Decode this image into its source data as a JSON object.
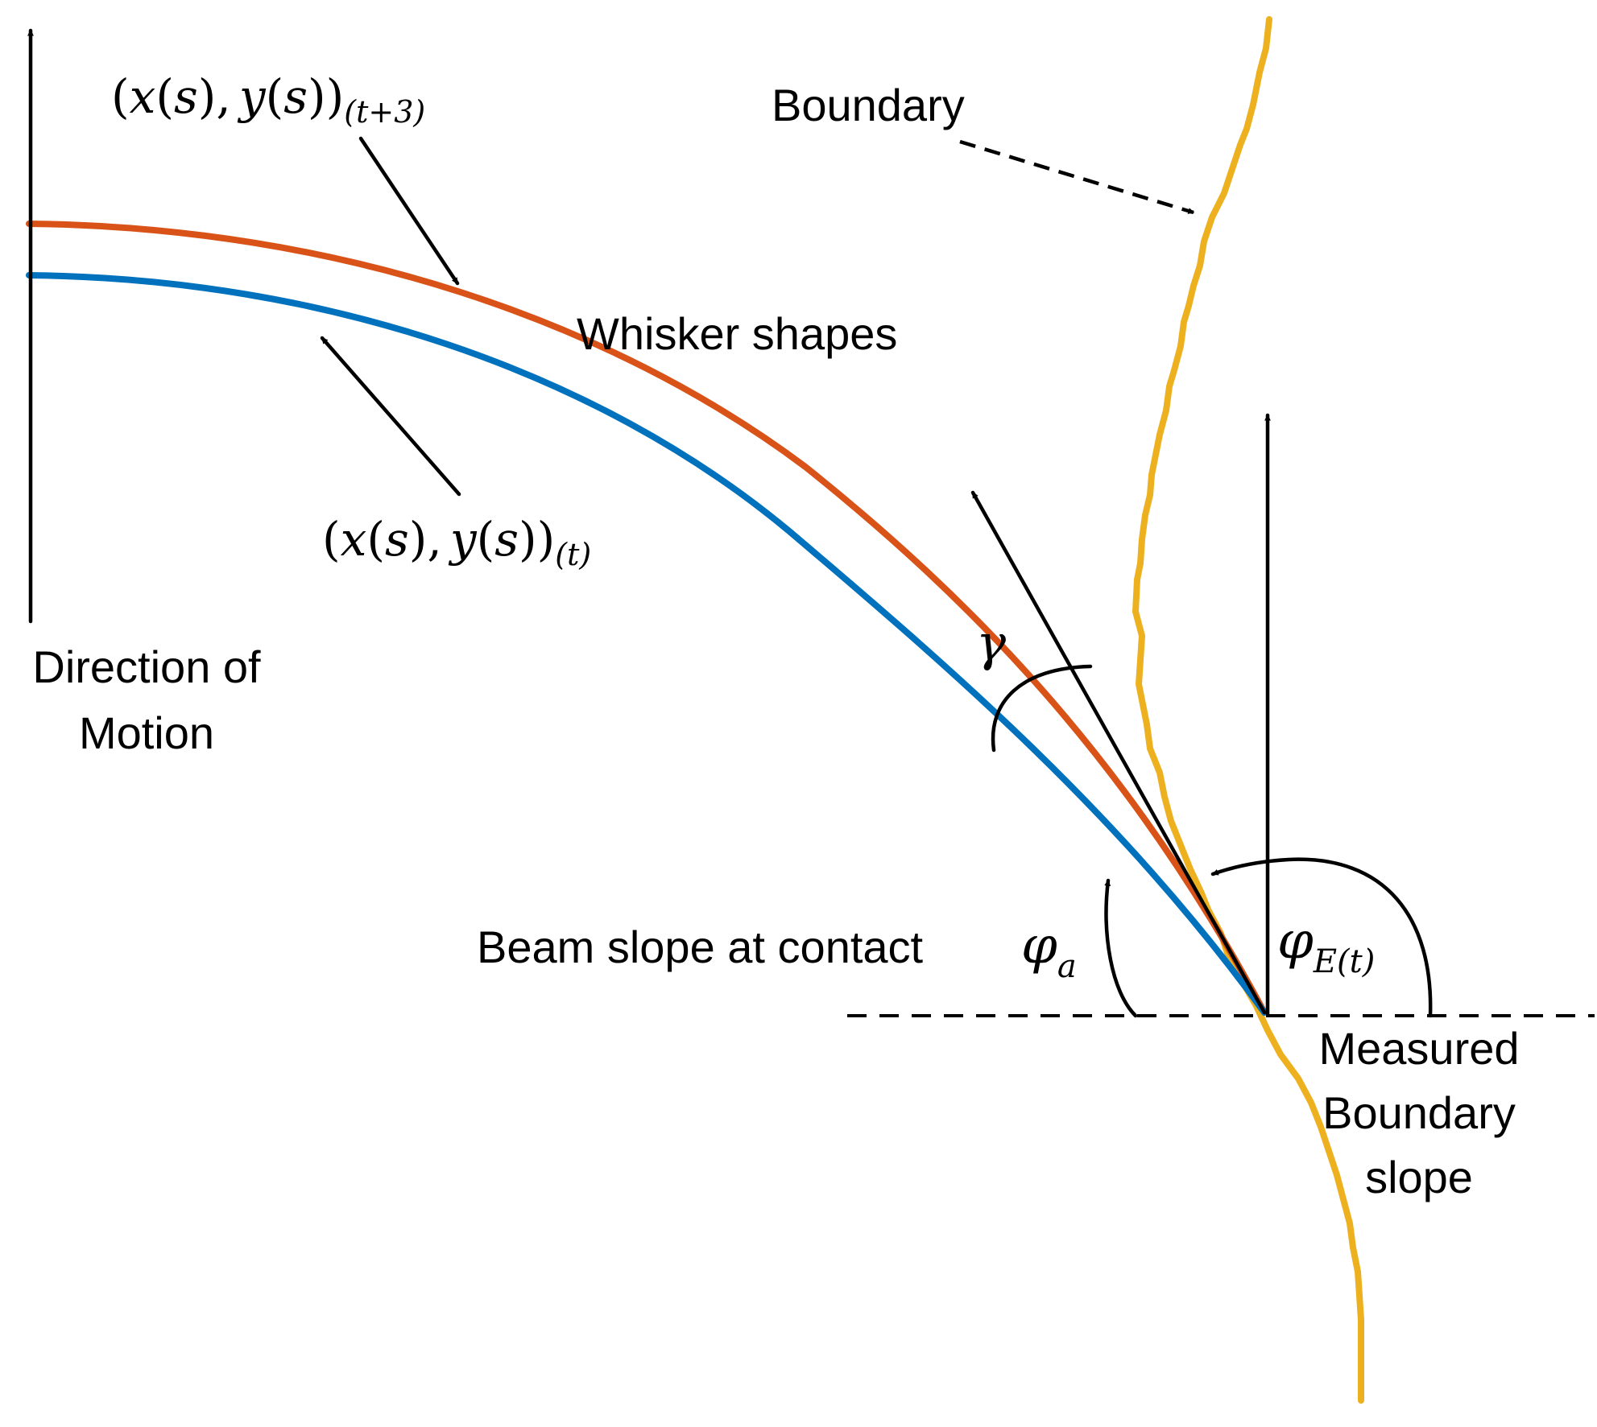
{
  "labels": {
    "direction_line1": "Direction of",
    "direction_line2": "Motion",
    "boundary": "Boundary",
    "whisker_shapes": "Whisker shapes",
    "beam_slope": "Beam slope at contact",
    "measured_line1": "Measured",
    "measured_line2": "Boundary",
    "measured_line3": "slope"
  },
  "math": {
    "open_paren": "(",
    "x": "x",
    "s": "s",
    "y": "y",
    "comma": ",",
    "close_parens": "))",
    "sub_t3": "(t+3)",
    "sub_t": "(t)",
    "gamma": "γ",
    "phi": "φ",
    "sub_a": "a",
    "sub_E": "E",
    "sub_E_t": "(t)"
  },
  "colors": {
    "shape_t3": "#d95319",
    "shape_t": "#0072bd",
    "boundary": "#edb120",
    "ink": "#000000"
  }
}
